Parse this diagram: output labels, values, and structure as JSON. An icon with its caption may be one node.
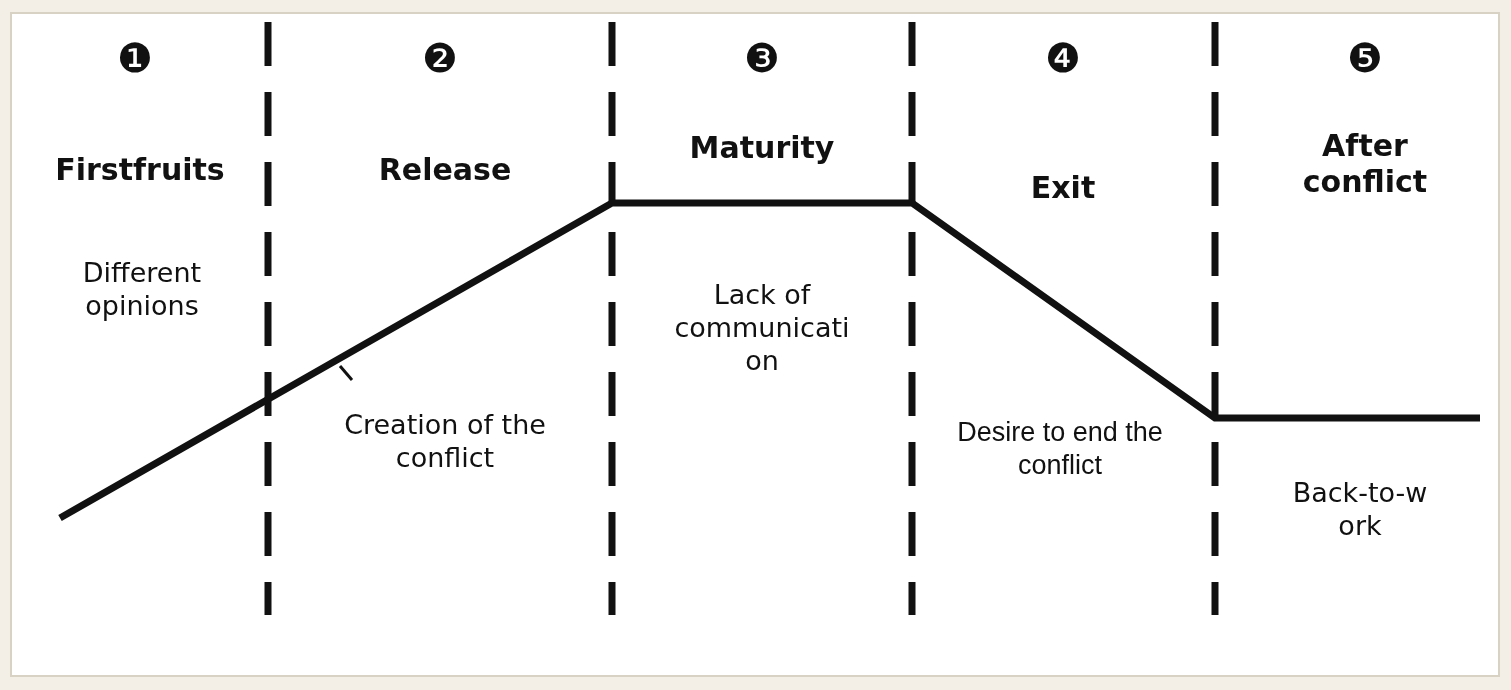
{
  "diagram": {
    "labels": [
      "❶",
      "❷",
      "❸",
      "❹",
      "❺",
      "Firstfruits",
      "Release",
      "Maturity",
      "Exit",
      "After conflict",
      "Different opinions",
      "Lack of communicati on",
      "Creation of the conflict",
      "Desire to end the conflict",
      "Back-to-w ork"
    ]
  }
}
